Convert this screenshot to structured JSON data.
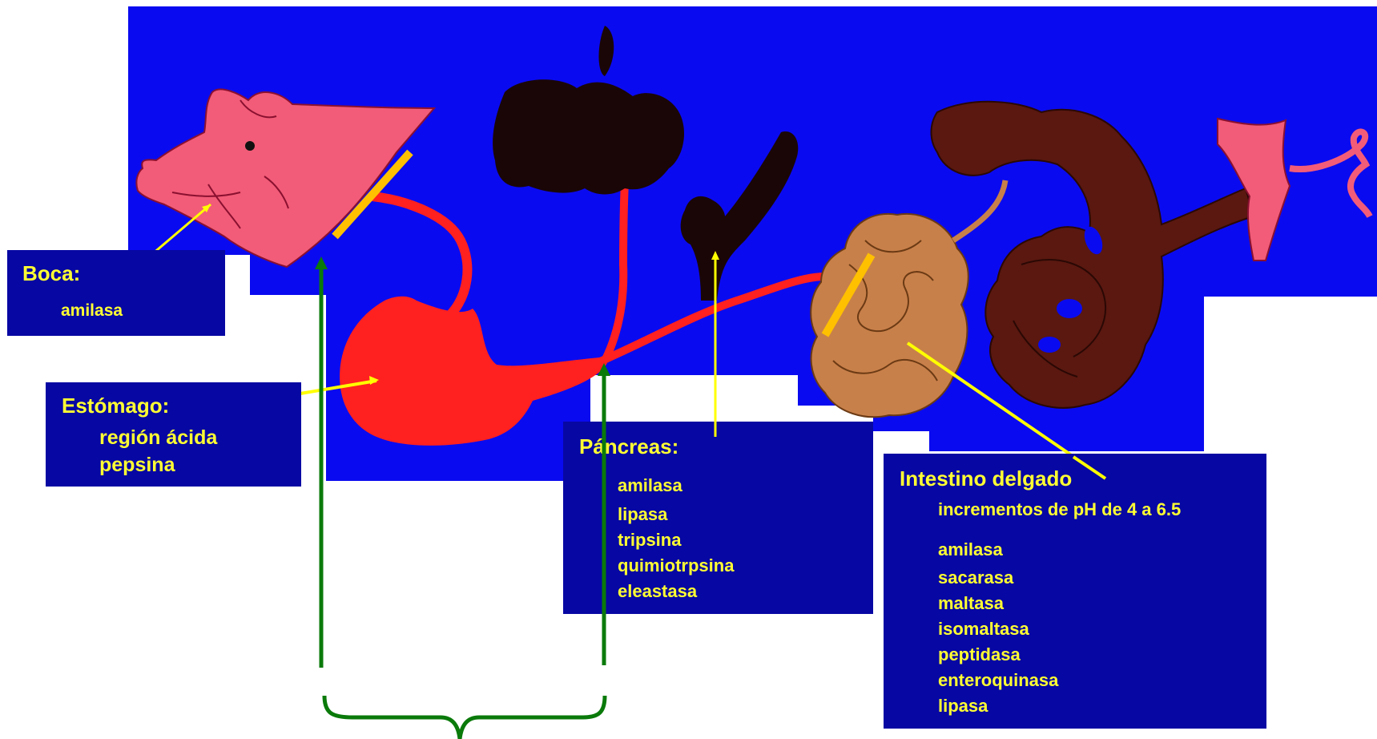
{
  "labels": {
    "boca": {
      "title": "Boca:",
      "items": [
        "amilasa"
      ]
    },
    "estomago": {
      "title": "Estómago:",
      "items": [
        "región ácida",
        "pepsina"
      ]
    },
    "pancreas": {
      "title": "Páncreas:",
      "items": [
        "amilasa",
        "lipasa",
        "tripsina",
        "quimiotrpsina",
        "eleastasa"
      ]
    },
    "intestino": {
      "title": "Intestino delgado",
      "items": [
        "incrementos de pH de 4 a 6.5",
        "amilasa",
        "sacarasa",
        "maltasa",
        "isomaltasa",
        "peptidasa",
        "enteroquinasa",
        "lipasa"
      ]
    }
  },
  "colors": {
    "background_panel": "#0a0af0",
    "label_box": "#0707a3",
    "label_text": "#ffff33",
    "pointer_line": "#ffff00",
    "section_marker": "#ffc000",
    "bracket": "#0a7a0a",
    "pig_pink": "#f25c78",
    "stomach_red": "#ff2020",
    "liver_black": "#1a0606",
    "small_intestine": "#c8804a",
    "large_intestine": "#5a1810"
  }
}
